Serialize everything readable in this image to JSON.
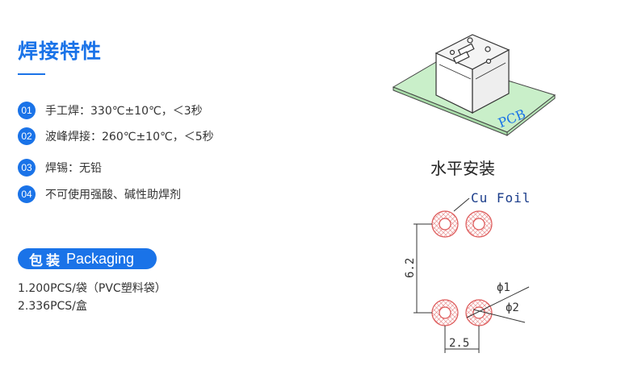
{
  "section": {
    "title": "焊接特性"
  },
  "features": [
    {
      "num": "01",
      "text": "手工焊：330℃±10℃，＜3秒"
    },
    {
      "num": "02",
      "text": "波峰焊接：260℃±10℃，＜5秒"
    },
    {
      "num": "03",
      "text": "焊锡：无铅"
    },
    {
      "num": "04",
      "text": "不可使用强酸、碱性助焊剂"
    }
  ],
  "packaging": {
    "label_cn": "包装",
    "label_en": "Packaging",
    "lines": [
      "1.200PCS/袋（PVC塑料袋）",
      "2.336PCS/盒"
    ]
  },
  "diagram": {
    "pcb_label": "PCB",
    "mount_label": "水平安装",
    "foil_label": "Cu Foil",
    "dim_vertical": "6.2",
    "dim_horizontal": "2.5",
    "phi1": "ϕ1",
    "phi2": "ϕ2",
    "colors": {
      "pcb_fill": "#c9efc9",
      "pad_ring": "#e07070",
      "line": "#444444",
      "accent": "#1a73e8"
    }
  }
}
